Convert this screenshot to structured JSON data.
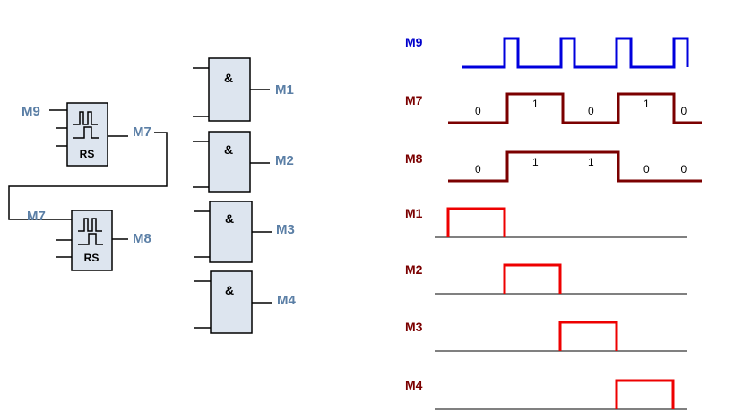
{
  "rs_blocks": [
    {
      "id": "rs1",
      "input_label": "M9",
      "output_label": "M7",
      "name": "RS"
    },
    {
      "id": "rs2",
      "input_label": "M7",
      "output_label": "M8",
      "name": "RS"
    }
  ],
  "and_blocks": [
    {
      "symbol": "&",
      "output_label": "M1"
    },
    {
      "symbol": "&",
      "output_label": "M2"
    },
    {
      "symbol": "&",
      "output_label": "M3"
    },
    {
      "symbol": "&",
      "output_label": "M4"
    }
  ],
  "timing": {
    "signals": [
      {
        "name": "M9",
        "color": "#0000cc",
        "kind": "clock",
        "bits": []
      },
      {
        "name": "M7",
        "color": "#7b0000",
        "kind": "bits",
        "bits": [
          "0",
          "1",
          "0",
          "1",
          "0"
        ]
      },
      {
        "name": "M8",
        "color": "#7b0000",
        "kind": "bits",
        "bits": [
          "0",
          "1",
          "1",
          "0",
          "0"
        ]
      },
      {
        "name": "M1",
        "color": "#7b0000",
        "kind": "pulse",
        "pulse_index": 0,
        "bits": []
      },
      {
        "name": "M2",
        "color": "#7b0000",
        "kind": "pulse",
        "pulse_index": 1,
        "bits": []
      },
      {
        "name": "M3",
        "color": "#7b0000",
        "kind": "pulse",
        "pulse_index": 2,
        "bits": []
      },
      {
        "name": "M4",
        "color": "#7b0000",
        "kind": "pulse",
        "pulse_index": 3,
        "bits": []
      }
    ],
    "wave_colors": {
      "clock": "#0000dd",
      "bits": "#7b0000",
      "pulse": "#ee0000"
    }
  }
}
